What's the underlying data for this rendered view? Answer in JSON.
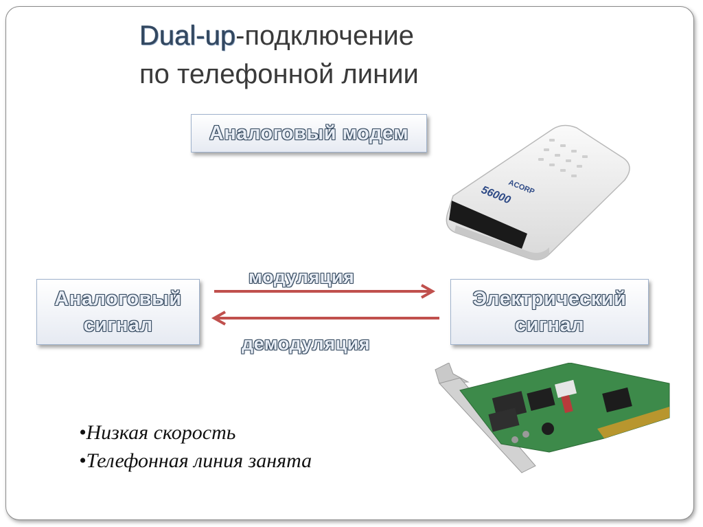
{
  "slide": {
    "title_emphasis": "Dual-up",
    "title_rest": "-подключение",
    "title_line2": "по телефонной линии"
  },
  "labels": {
    "analog_modem": "Аналоговый модем",
    "analog_signal_line1": "Аналоговый",
    "analog_signal_line2": "сигнал",
    "electric_signal_line1": "Электрический",
    "electric_signal_line2": "сигнал",
    "modulation": "модуляция",
    "demodulation": "демодуляция"
  },
  "modem_image": {
    "brand": "ACORP",
    "model": "56000"
  },
  "bullets": [
    "•Низкая скорость",
    "•Телефонная линия занята"
  ],
  "colors": {
    "arrow": "#c0504d",
    "box_border": "#9fb2cc",
    "title_emphasis": "#33475e"
  }
}
